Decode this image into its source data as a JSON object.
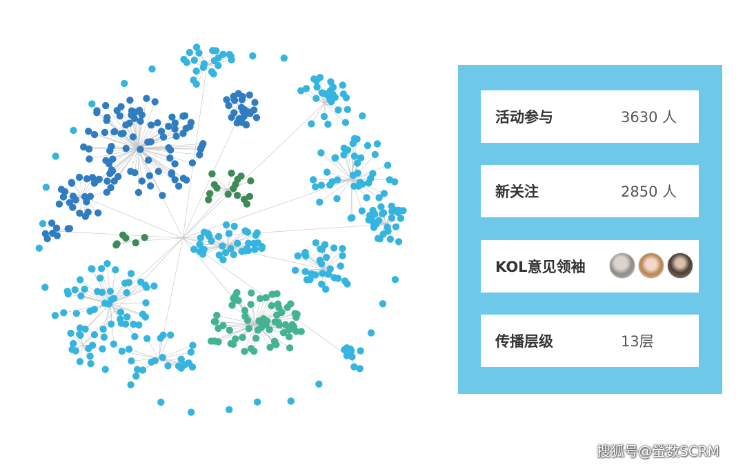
{
  "stats": [
    {
      "label": "活动参与",
      "value": "3630 人"
    },
    {
      "label": "新关注",
      "value": "2850 人"
    },
    {
      "label": "KOL意见领袖",
      "value": ""
    },
    {
      "label": "传播层级",
      "value": "13层"
    }
  ],
  "watermark": "搜狐号@螢数SCRM",
  "colors": {
    "panel": "#6ec8ea",
    "node_dark_blue": "#2f7dc0",
    "node_light_blue": "#35b4e0",
    "node_teal": "#43b394",
    "node_dark_green": "#3e8a57",
    "edge": "#c8c8c8"
  }
}
